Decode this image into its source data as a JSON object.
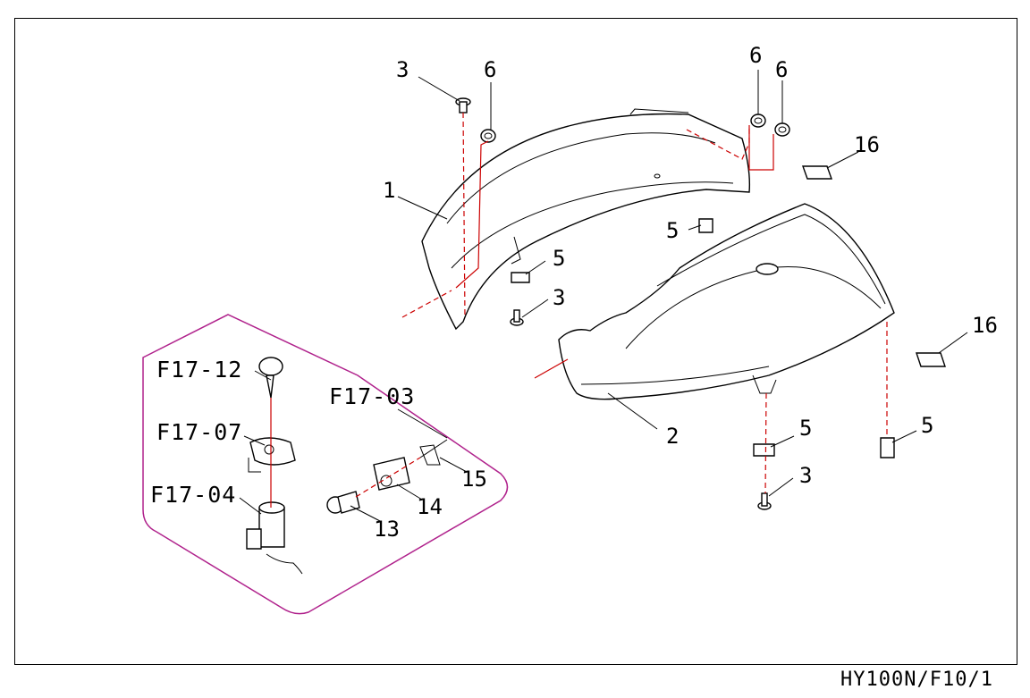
{
  "drawing_code": "HY100N/F10/1",
  "group_labels": {
    "key_set": "F17-12",
    "ignition_cover": "F17-07",
    "ignition_switch": "F17-04",
    "seat_lock_group": "F17-03"
  },
  "callouts": {
    "cover_left": "1",
    "cover_right": "2",
    "screw_top": "3",
    "screw_mid": "3",
    "screw_bottom": "3",
    "clip_a": "5",
    "clip_b": "5",
    "clip_c": "5",
    "clip_d": "5",
    "grommet_a": "6",
    "grommet_b": "6",
    "grommet_c": "6",
    "pad_upper": "16",
    "pad_lower": "16",
    "lock_cylinder": "13",
    "lock_bracket": "14",
    "lock_spring": "15"
  },
  "colors": {
    "outline": "#000000",
    "assembly_lines": "#cc0000",
    "group_boundary": "#b0228c"
  }
}
